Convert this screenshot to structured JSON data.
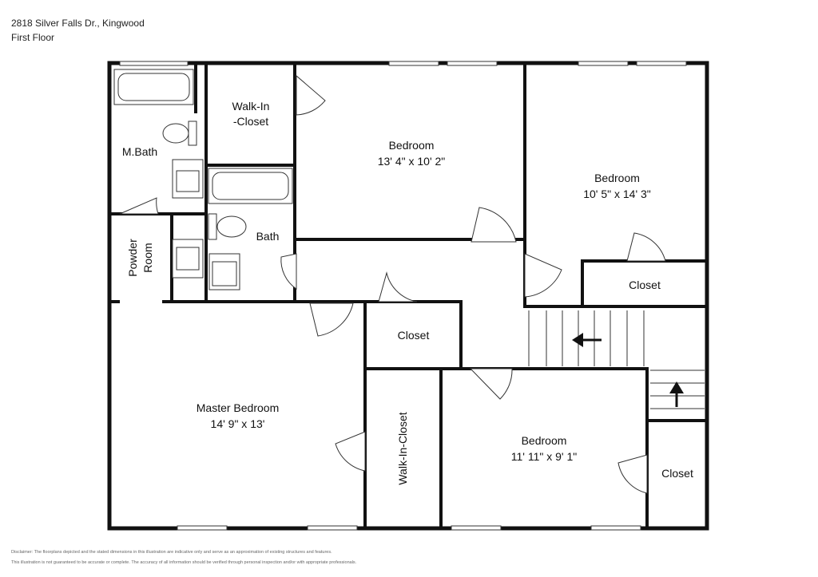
{
  "header": {
    "address": "2818 Silver Falls Dr., Kingwood",
    "floor": "First Floor"
  },
  "rooms": {
    "walk_in_closet_top": {
      "line1": "Walk-In",
      "line2": "-Closet"
    },
    "bedroom_top": {
      "name": "Bedroom",
      "dims": "13' 4\" x 10' 2\""
    },
    "bedroom_right": {
      "name": "Bedroom",
      "dims": "10' 5\" x 14' 3\""
    },
    "master_bath": {
      "name": "M.Bath"
    },
    "bath": {
      "name": "Bath"
    },
    "powder_room": {
      "line1": "Powder",
      "line2": "Room"
    },
    "closet_right": {
      "name": "Closet"
    },
    "closet_hall": {
      "name": "Closet"
    },
    "master_bedroom": {
      "name": "Master Bedroom",
      "dims": "14' 9\" x 13'"
    },
    "walk_in_closet_bottom": {
      "name": "Walk-In-Closet"
    },
    "bedroom_bottom": {
      "name": "Bedroom",
      "dims": "11' 11\" x 9' 1\""
    },
    "closet_bottom_right": {
      "name": "Closet"
    }
  },
  "disclaimer": {
    "line1": "Disclaimer: The floorplans depicted and the stated dimensions in this illustration are indicative only and serve as an approximation of existing structures and features.",
    "line2": "This illustration is not guaranteed to be accurate or complete. The accuracy of all information should be verified through personal inspection and/or with appropriate professionals."
  },
  "colors": {
    "wall": "#111111",
    "line": "#333333",
    "background": "#ffffff"
  }
}
